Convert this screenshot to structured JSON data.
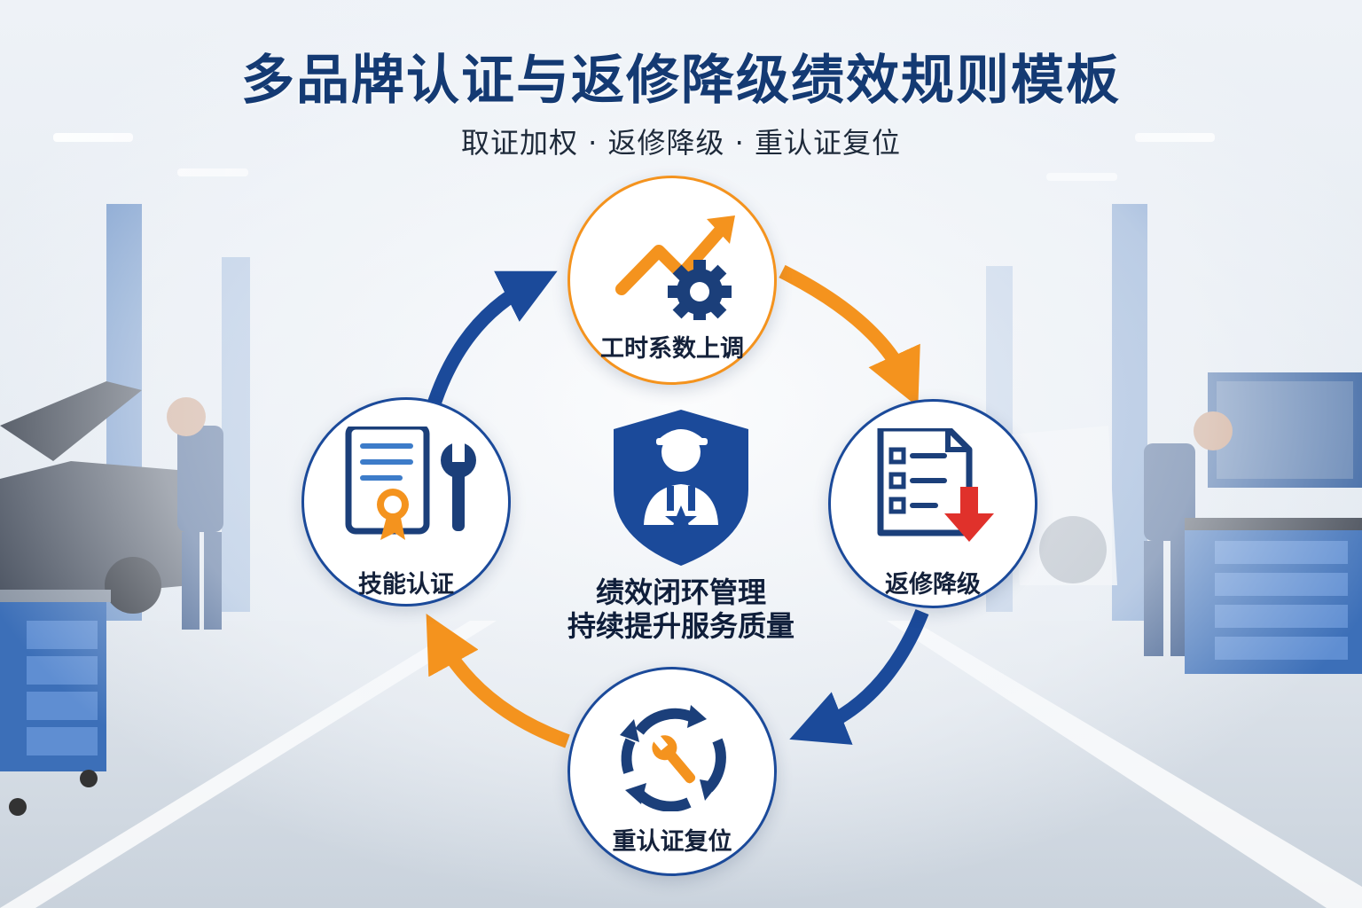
{
  "header": {
    "title": "多品牌认证与返修降级绩效规则模板",
    "subtitle": "取证加权 · 返修降级 · 重认证复位"
  },
  "center": {
    "line1": "绩效闭环管理",
    "line2": "持续提升服务质量"
  },
  "nodes": {
    "top": {
      "label": "工时系数上调",
      "icon": "trend-up-gear-icon"
    },
    "right": {
      "label": "返修降级",
      "icon": "checklist-down-arrow-icon"
    },
    "bottom": {
      "label": "重认证复位",
      "icon": "cycle-wrench-icon"
    },
    "left": {
      "label": "技能认证",
      "icon": "certificate-wrench-icon"
    }
  },
  "colors": {
    "navy": "#1b4a9a",
    "orange": "#f4931e",
    "red": "#e0312b",
    "title": "#143a73"
  }
}
